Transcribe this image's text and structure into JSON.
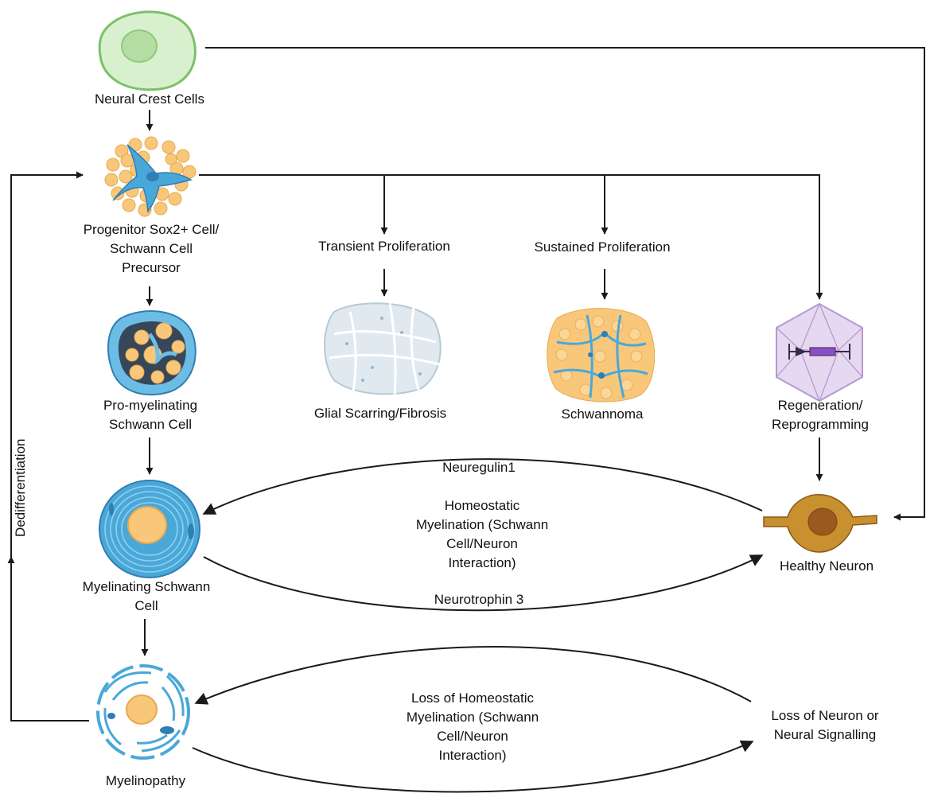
{
  "nodes": {
    "neural_crest": {
      "lines": [
        "Neural Crest Cells"
      ]
    },
    "progenitor": {
      "lines": [
        "Progenitor Sox2+ Cell/",
        "Schwann Cell",
        "Precursor"
      ]
    },
    "transient": {
      "lines": [
        "Transient Proliferation"
      ]
    },
    "sustained": {
      "lines": [
        "Sustained Proliferation"
      ]
    },
    "glial": {
      "lines": [
        "Glial Scarring/Fibrosis"
      ]
    },
    "schwannoma": {
      "lines": [
        "Schwannoma"
      ]
    },
    "promyelinating": {
      "lines": [
        "Pro-myelinating",
        "Schwann Cell"
      ]
    },
    "regeneration": {
      "lines": [
        "Regeneration/",
        "Reprogramming"
      ]
    },
    "myelinating": {
      "lines": [
        "Myelinating Schwann",
        "Cell"
      ]
    },
    "healthy_neuron": {
      "lines": [
        "Healthy Neuron"
      ]
    },
    "myelinopathy": {
      "lines": [
        "Myelinopathy"
      ]
    },
    "loss_neuron": {
      "lines": [
        "Loss of Neuron or",
        "Neural Signalling"
      ]
    }
  },
  "edge_labels": {
    "neuregulin": {
      "lines": [
        "Neuregulin1"
      ]
    },
    "homeostatic": {
      "lines": [
        "Homeostatic",
        "Myelination (Schwann",
        "Cell/Neuron",
        "Interaction)"
      ]
    },
    "neurotrophin": {
      "lines": [
        "Neurotrophin 3"
      ]
    },
    "loss_homeostatic": {
      "lines": [
        "Loss of Homeostatic",
        "Myelination (Schwann",
        "Cell/Neuron",
        "Interaction)"
      ]
    },
    "dedifferentiation": {
      "lines": [
        "Dedifferentiation"
      ]
    }
  },
  "colors": {
    "arrow": "#1a1a1a",
    "neural_crest_fill": "#d9f0cf",
    "neural_crest_stroke": "#7cc06a",
    "yellow_cell": "#f8c77a",
    "blue_cell": "#4aa8d8",
    "blue_dark": "#2f7fb3",
    "neuron_fill": "#c8902e",
    "neuron_nucleus": "#9a5a1f",
    "scar_fill": "#dfe9ef",
    "icosa_fill": "#e6d8f0",
    "icosa_stroke": "#b59ad0",
    "vector_purple": "#8a4fc7"
  }
}
